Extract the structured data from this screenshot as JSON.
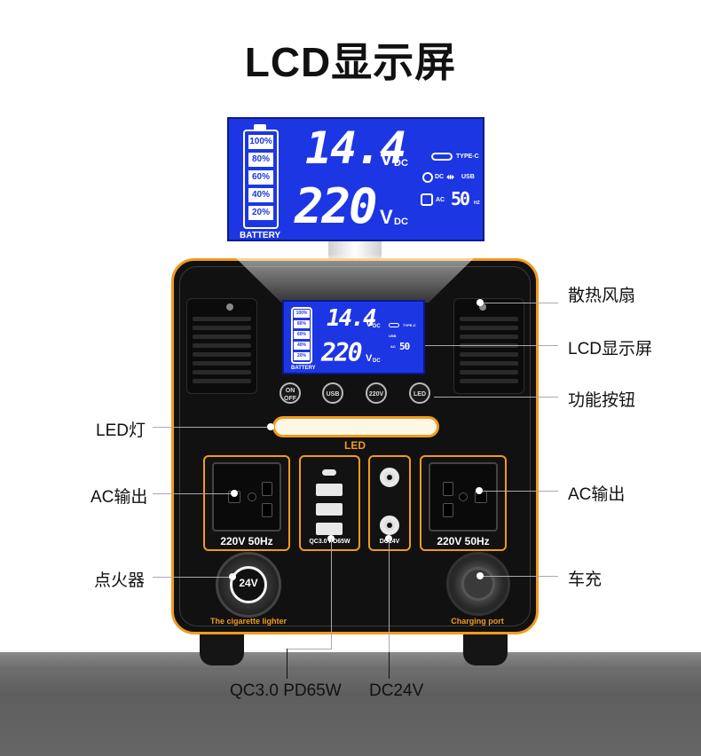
{
  "title": "LCD显示屏",
  "lcd": {
    "battery_label": "BATTERY",
    "battery_levels": [
      "100%",
      "80%",
      "60%",
      "40%",
      "20%"
    ],
    "voltage_dc": "14.4",
    "voltage_dc_unit": "V",
    "voltage_dc_sub": "DC",
    "voltage_ac": "220",
    "voltage_ac_unit": "V",
    "voltage_ac_sub": "DC",
    "type_c_label": "TYPE-C",
    "dc_label": "DC",
    "usb_label": "USB",
    "ac_label": "AC",
    "freq": "50",
    "freq_unit": "HZ"
  },
  "buttons": {
    "on_off": "ON OFF",
    "usb": "USB",
    "v220": "220V",
    "led": "LED"
  },
  "device": {
    "led_label": "LED",
    "ac_left_label": "220V 50Hz",
    "ac_right_label": "220V 50Hz",
    "usb_panel_label": "QC3.0 PD65W",
    "dc_panel_label": "DC24V",
    "cig_value": "24V",
    "cig_label": "The cigarette lighter",
    "charging_label": "Charging port"
  },
  "callouts": {
    "fan": "散热风扇",
    "lcd": "LCD显示屏",
    "buttons": "功能按钮",
    "led": "LED灯",
    "ac_left": "AC输出",
    "ac_right": "AC输出",
    "cig": "点火器",
    "car_charge": "车充",
    "qc": "QC3.0 PD65W",
    "dc": "DC24V"
  },
  "colors": {
    "accent": "#f29a1e",
    "lcd_blue": "#1d36e4",
    "device_body": "#111111"
  }
}
